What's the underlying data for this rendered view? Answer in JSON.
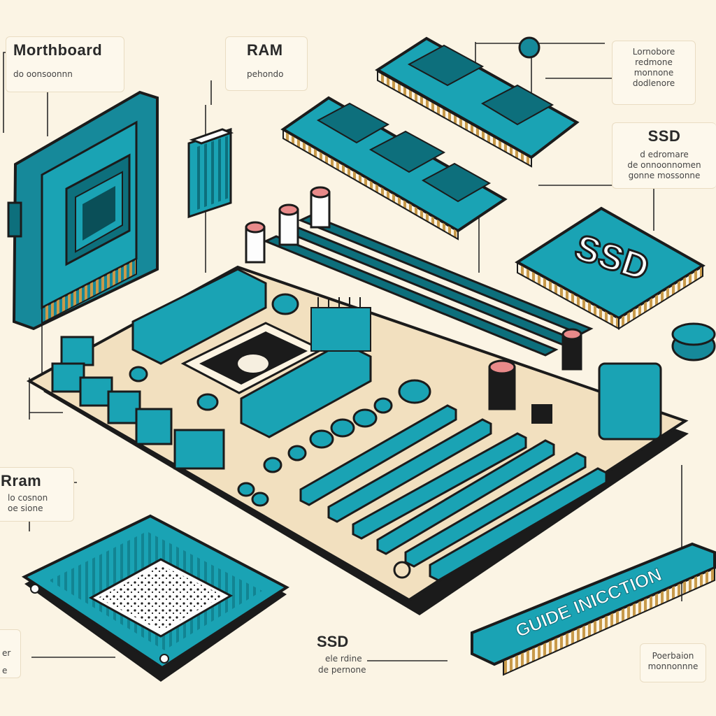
{
  "labels": {
    "motherboard": {
      "title": "Morthboard",
      "sub": "do oonsoonnn"
    },
    "ram_top": {
      "title": "RAM",
      "sub": "pehondo"
    },
    "top_right": {
      "lines": [
        "Lornobore",
        "redmone",
        "monnone",
        "dodlenore"
      ]
    },
    "ssd_right": {
      "title": "SSD",
      "lines": [
        "d edromare",
        "de onnoonnomen",
        "gonne mossonne"
      ]
    },
    "rram_left": {
      "title": "Rram",
      "lines": [
        "lo cosnon",
        "oe sione"
      ]
    },
    "ssd_bottom": {
      "title": "SSD",
      "lines": [
        "ele rdine",
        "de pernone"
      ]
    },
    "bottom_right": {
      "lines": [
        "Poerbaion",
        "monnonnne"
      ]
    },
    "bottom_left_fragment": {
      "lines": [
        "er",
        "e"
      ]
    }
  },
  "components": {
    "ssd_chip_text": "SSD",
    "guide_card_text": "GUIDE INICCTION"
  },
  "colors": {
    "teal": "#1aa3b4",
    "teal_dark": "#0d6f7c",
    "board": "#f2e0bf",
    "outline": "#1b1b1b",
    "gold": "#c89a4a",
    "pink": "#e98a8a",
    "background": "#fbf4e4"
  }
}
